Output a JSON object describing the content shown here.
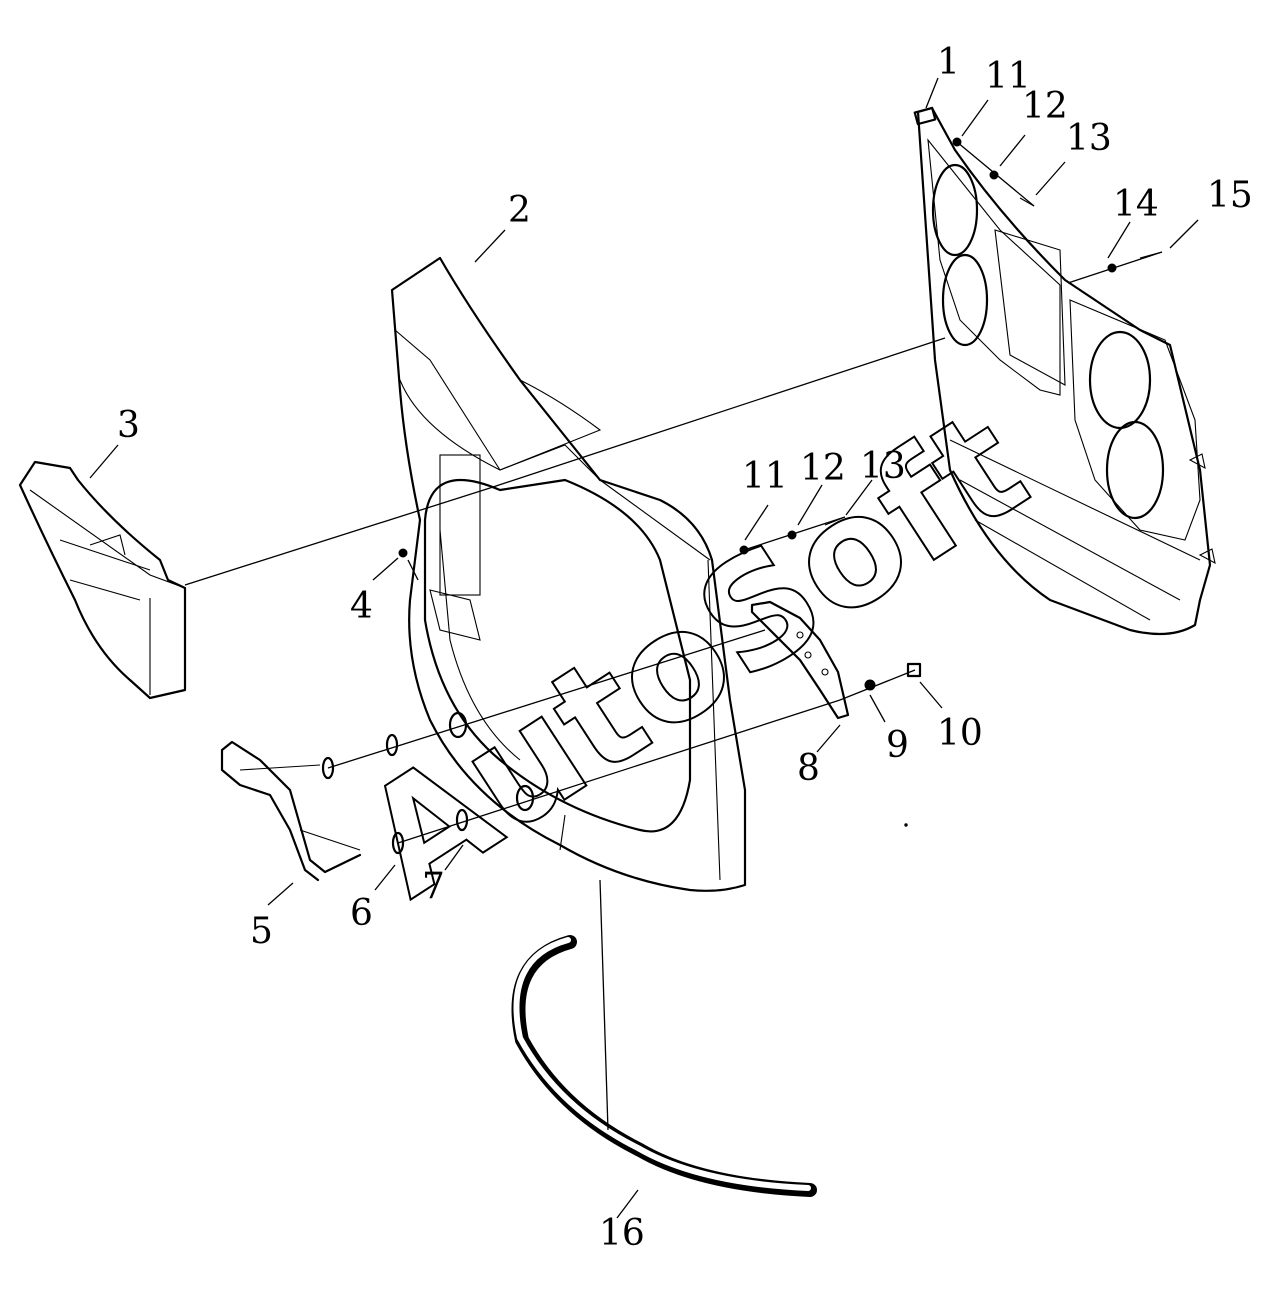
{
  "watermark": "AutoSoft",
  "callouts": [
    "1",
    "11",
    "12",
    "13",
    "14",
    "15",
    "2",
    "3",
    "4",
    "11",
    "12",
    "13",
    "5",
    "6",
    "7",
    "8",
    "9",
    "10",
    "16"
  ]
}
